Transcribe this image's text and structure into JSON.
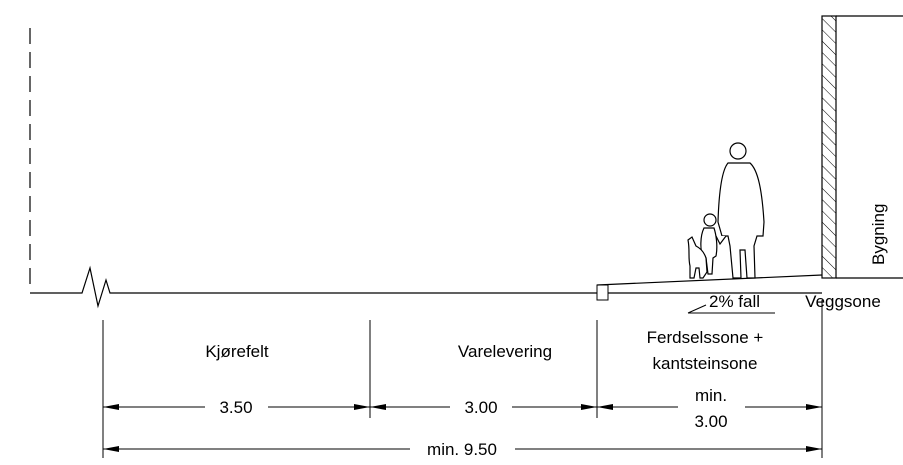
{
  "labels": {
    "zone1": "Kjørefelt",
    "zone2": "Varelevering",
    "zone3_line1": "Ferdselssone +",
    "zone3_line2": "kantsteinsone",
    "wall_zone": "Veggsone",
    "building": "Bygning",
    "slope": "2% fall"
  },
  "dimensions": {
    "d1": "3.50",
    "d2": "3.00",
    "d3_line1": "min.",
    "d3_line2": "3.00",
    "total": "min. 9.50"
  }
}
